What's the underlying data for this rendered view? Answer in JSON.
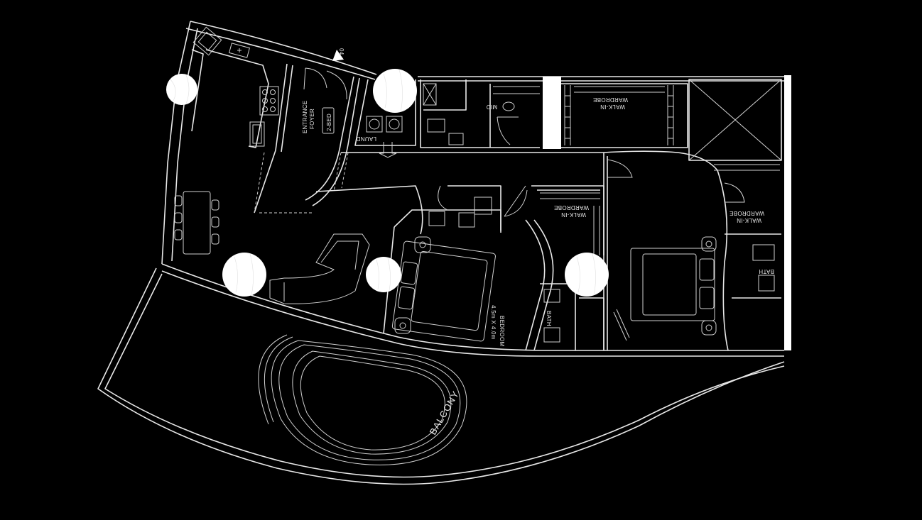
{
  "rooms": {
    "entrance": "ENTRANCE\nFOYER",
    "unit_type": "2-BED",
    "laundry": "LAUND",
    "mid": "MID",
    "walkin_top": "WALK-IN\nWARDROBE",
    "walkin_mid": "WALK-IN\nWARDROBE",
    "walkin_right": "WALK-IN\nWARDROBE",
    "bedroom": "BEDROOM",
    "bedroom_dims": "4.5m X 4.0m",
    "bath_mid": "BATH",
    "bath_right": "BATH",
    "balcony": "BALCONY",
    "north_marker": "04"
  },
  "hotspots": [
    {
      "id": "hotspot-kitchen"
    },
    {
      "id": "hotspot-laundry"
    },
    {
      "id": "hotspot-living"
    },
    {
      "id": "hotspot-lounge"
    },
    {
      "id": "hotspot-bath"
    }
  ],
  "colors": {
    "background": "#000000",
    "line": "#e8e8e8",
    "hotspot": "#ffffff"
  }
}
